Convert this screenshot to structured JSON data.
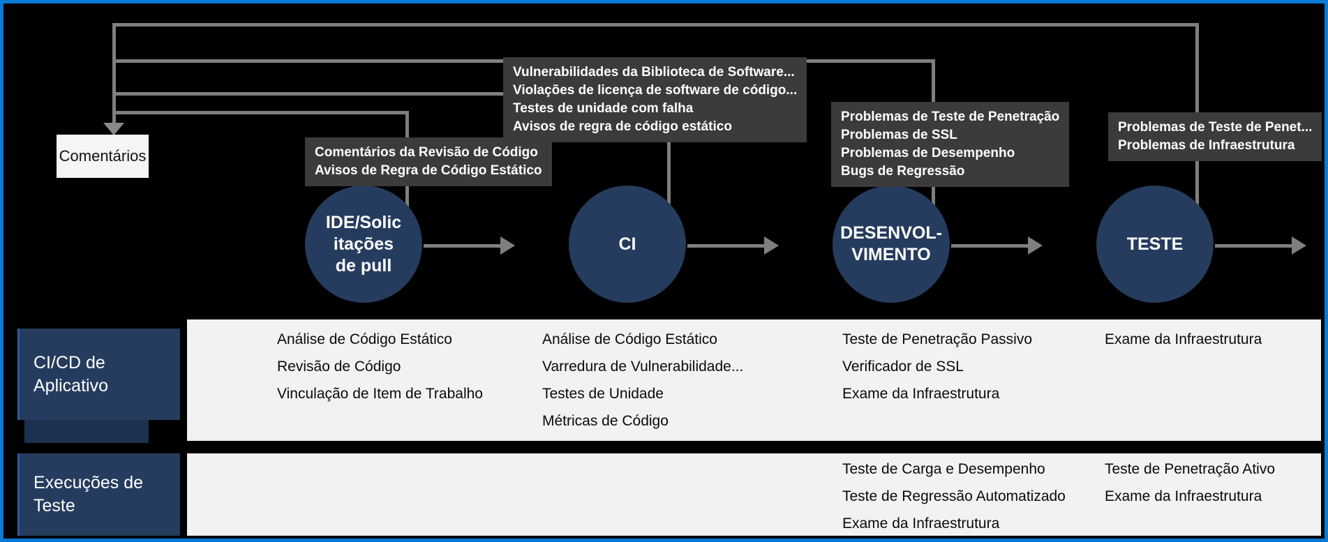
{
  "diagram": {
    "title_context": "DevSecOps CI/CD feedback pipeline",
    "comments_box": "Comentários",
    "tooltips": [
      {
        "name": "ide-feedback",
        "lines": [
          "Comentários da Revisão de Código",
          "Avisos de Regra de Código Estático"
        ]
      },
      {
        "name": "ci-feedback",
        "lines": [
          "Vulnerabilidades da Biblioteca de Software...",
          "Violações de licença de software de código...",
          "Testes de unidade com falha",
          "Avisos de regra de código estático"
        ]
      },
      {
        "name": "dev-feedback",
        "lines": [
          "Problemas de Teste de Penetração",
          "Problemas de SSL",
          "Problemas de Desempenho",
          "Bugs de Regressão"
        ]
      },
      {
        "name": "test-feedback",
        "lines": [
          "Problemas de Teste de Penet...",
          "Problemas de Infraestrutura"
        ]
      }
    ],
    "stages": [
      {
        "id": "ide",
        "lines": [
          "IDE/Solic",
          "itações",
          "de pull"
        ]
      },
      {
        "id": "ci",
        "lines": [
          "CI"
        ]
      },
      {
        "id": "desenvolvimento",
        "lines": [
          "DESENVOL-",
          "VIMENTO"
        ]
      },
      {
        "id": "teste",
        "lines": [
          "TESTE"
        ]
      }
    ],
    "rows": [
      {
        "label_lines": [
          "CI/CD de",
          "Aplicativo"
        ],
        "columns": [
          [
            "Análise de Código Estático",
            "Revisão de Código",
            "Vinculação de Item de Trabalho"
          ],
          [
            "Análise de Código Estático",
            "Varredura de Vulnerabilidade...",
            "Testes de Unidade",
            "Métricas de Código"
          ],
          [
            "Teste de Penetração Passivo",
            "Verificador de SSL",
            "Exame da Infraestrutura"
          ],
          [
            "Exame da Infraestrutura"
          ]
        ]
      },
      {
        "label_lines": [
          "Execuções de",
          "Teste"
        ],
        "columns": [
          [],
          [],
          [
            "Teste de Carga e Desempenho",
            "Teste de Regressão Automatizado",
            "Exame da Infraestrutura"
          ],
          [
            "Teste de Penetração Ativo",
            "Exame da Infraestrutura"
          ]
        ]
      }
    ],
    "colors": {
      "background": "#000000",
      "frame_blue": "#0a7ad6",
      "stage_navy": "#253c5e",
      "tooltip_gray": "#3b3b3b",
      "connector_gray": "#7f7f7f",
      "band_light": "#f2f2f2",
      "comments_bg": "#f5f5f5"
    }
  }
}
